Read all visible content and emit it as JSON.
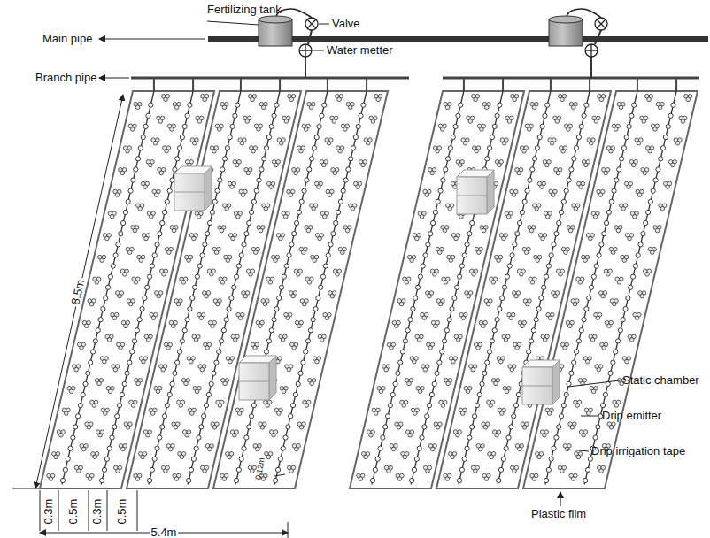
{
  "diagram": {
    "labels": [
      "Fertilizing tank",
      "Valve",
      "Main pipe",
      "Water metter",
      "Branch pipe",
      "8.5m",
      "Static chamber",
      "Drip emitter",
      "Drip irrigation tape",
      "Plastic film",
      "0.12m",
      "0.3m",
      "0.5m",
      "0.3m",
      "0.5m",
      "5.4m"
    ]
  }
}
